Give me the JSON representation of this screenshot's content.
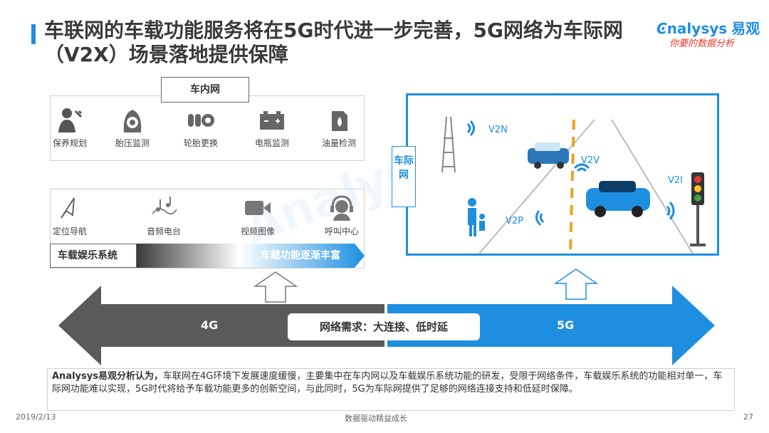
{
  "title": "车联网的车载功能服务将在5G时代进一步完善，5G网络为车际网（V2X）场景落地提供保障",
  "logo": {
    "brand": "nalysys",
    "brand_cn": "易观",
    "slogan": "你要的数据分析"
  },
  "in_vehicle": {
    "label": "车内网",
    "items": [
      "保养规划",
      "胎压监测",
      "轮胎更换",
      "电瓶监测",
      "油量检测"
    ]
  },
  "entertainment": {
    "items": [
      "定位导航",
      "音频电台",
      "视频图像",
      "呼叫中心"
    ],
    "label": "车载娱乐系统",
    "trend": "车载功能逐渐丰富"
  },
  "v2x": {
    "label": "车际网",
    "links": {
      "v2n": "V2N",
      "v2v": "V2V",
      "v2p": "V2P",
      "v2i": "V2I"
    }
  },
  "network": {
    "left": "4G",
    "right": "5G",
    "need": "网络需求：大连接、低时延",
    "colors": {
      "left": "#5a5a5a",
      "right": "#1e8fe0"
    }
  },
  "analysis": {
    "lead": "Analysys易观分析认为，",
    "text": "车联网在4G环境下发展速度缓慢，主要集中在车内网以及车载娱乐系统功能的研发，受限于网络条件，车载娱乐系统的功能相对单一，车际网功能难以实现，5G时代将给予车载功能更多的创新空间，与此同时，5G为车际网提供了足够的网络连接支持和低延时保障。"
  },
  "footer": {
    "date": "2019/2/13",
    "center": "数据驱动精益成长",
    "page": "27"
  }
}
